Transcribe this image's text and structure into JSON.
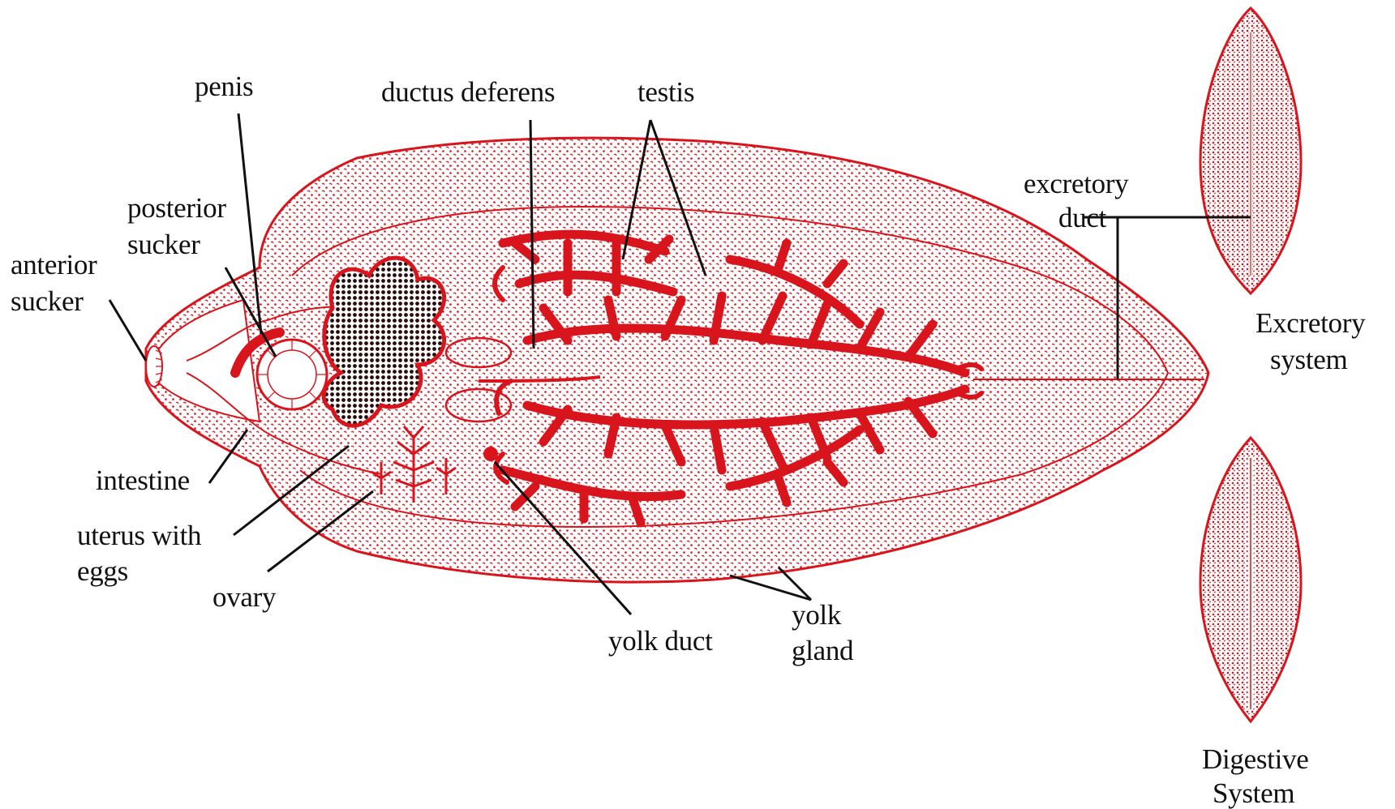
{
  "labels": {
    "penis": "penis",
    "ductus_deferens": "ductus deferens",
    "testis": "testis",
    "posterior_sucker_1": "posterior",
    "posterior_sucker_2": "sucker",
    "anterior_sucker_1": "anterior",
    "anterior_sucker_2": "sucker",
    "excretory_duct_1": "excretory",
    "excretory_duct_2": "duct",
    "intestine": "intestine",
    "uterus_1": "uterus with",
    "uterus_2": "eggs",
    "ovary": "ovary",
    "yolk_duct": "yolk duct",
    "yolk_gland_1": "yolk",
    "yolk_gland_2": "gland",
    "excretory_system_1": "Excretory",
    "excretory_system_2": "system",
    "digestive_system_1": "Digestive",
    "digestive_system_2": "System"
  },
  "colors": {
    "organ_red": "#d8141c",
    "label_black": "#111111",
    "background": "#ffffff"
  }
}
